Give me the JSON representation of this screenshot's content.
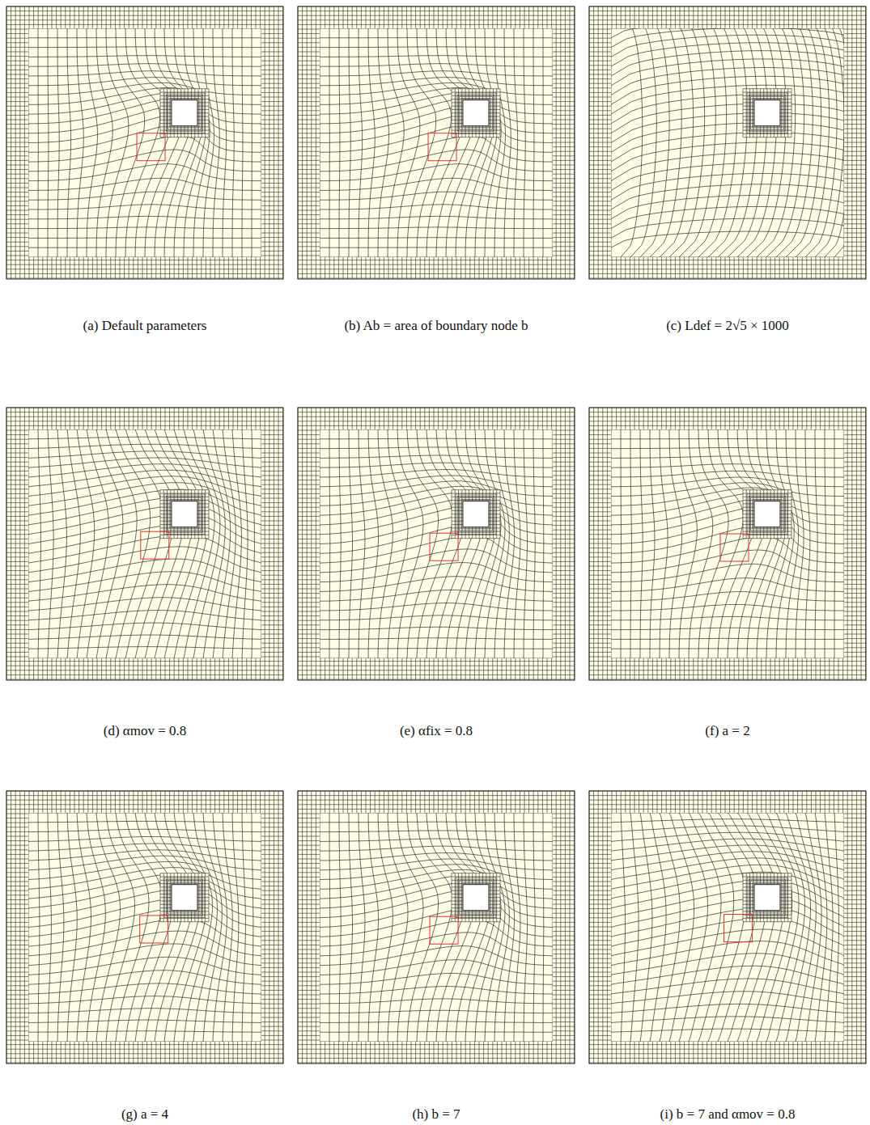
{
  "diagram": {
    "labels": [
      "(a) Default parameters",
      "(b) Ab = area of boundary node b",
      "(c) Ldef = 2√5 × 1000",
      "(d) αmov = 0.8",
      "(e) αfix = 0.8",
      "(f) a = 2",
      "(g) a = 4",
      "(h) b = 7",
      "(i) b = 7 and αmov = 0.8"
    ]
  }
}
